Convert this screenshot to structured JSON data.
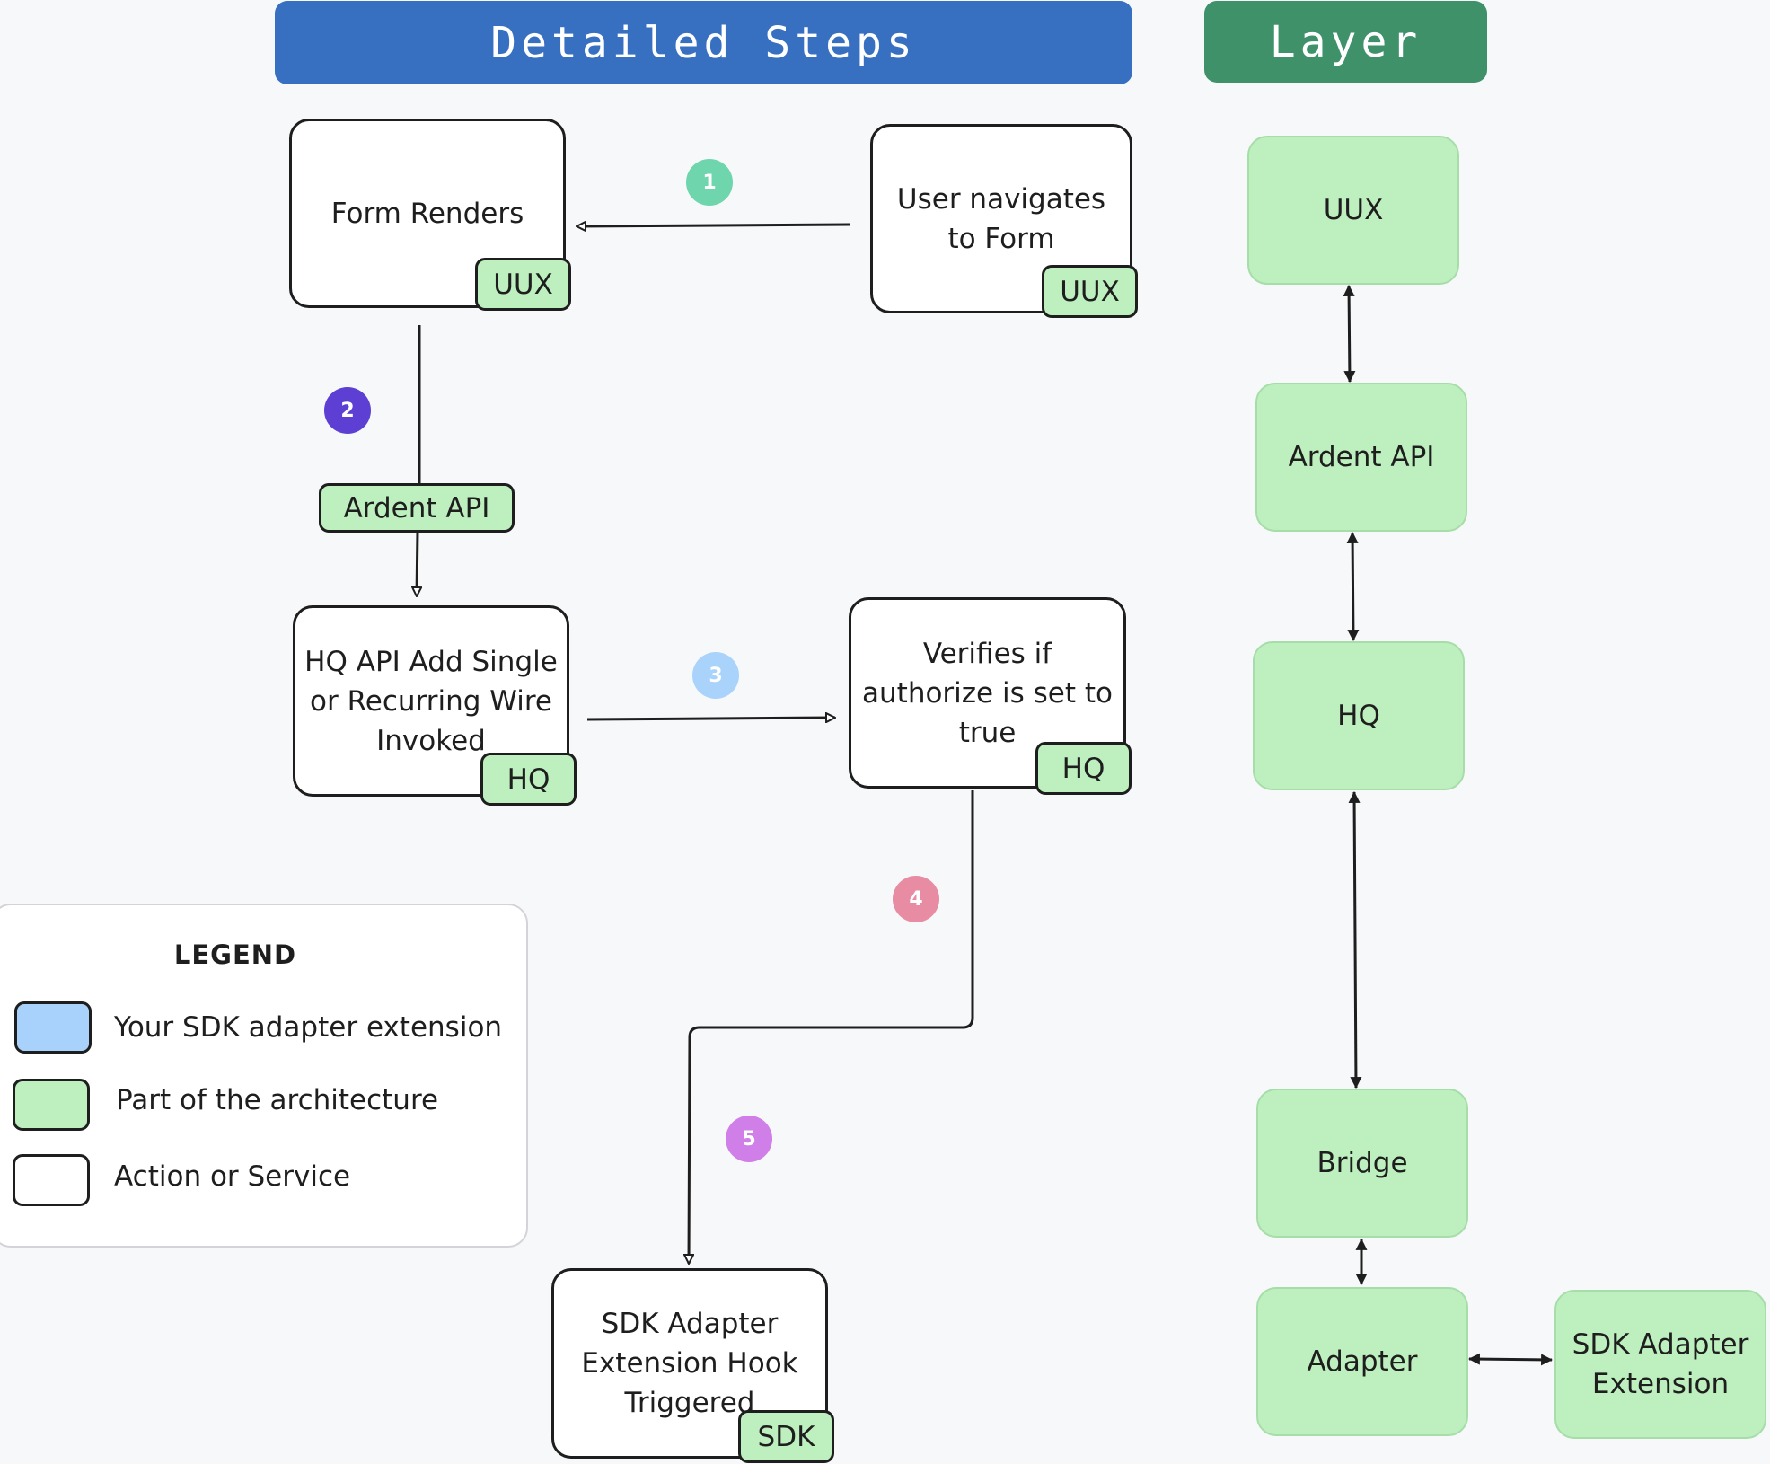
{
  "headers": {
    "steps": "Detailed Steps",
    "layer": "Layer"
  },
  "steps": {
    "form_renders": {
      "label": "Form Renders",
      "tag": "UUX"
    },
    "user_navigates": {
      "label": "User navigates to Form",
      "tag": "UUX"
    },
    "ardent_api_tag": "Ardent API",
    "hq_api_add": {
      "label": "HQ API Add Single or Recurring Wire Invoked",
      "tag": "HQ"
    },
    "verifies": {
      "label": "Verifies if authorize is set to true",
      "tag": "HQ"
    },
    "sdk_hook": {
      "label": "SDK Adapter Extension Hook Triggered",
      "tag": "SDK"
    }
  },
  "badges": [
    {
      "num": "1",
      "color": "#6fd5ad"
    },
    {
      "num": "2",
      "color": "#5d3fd3"
    },
    {
      "num": "3",
      "color": "#a9d3fb"
    },
    {
      "num": "4",
      "color": "#e78ca3"
    },
    {
      "num": "5",
      "color": "#d07ee8"
    }
  ],
  "layers": {
    "uux": "UUX",
    "ardent_api": "Ardent API",
    "hq": "HQ",
    "bridge": "Bridge",
    "adapter": "Adapter",
    "sdk_adapter_extension": "SDK Adapter Extension"
  },
  "legend": {
    "title": "LEGEND",
    "items": [
      {
        "label": "Your SDK adapter extension",
        "color": "#a8d1fb"
      },
      {
        "label": "Part of the architecture",
        "color": "#bdf0be"
      },
      {
        "label": "Action or Service",
        "color": "#ffffff"
      }
    ]
  },
  "colors": {
    "steps_header": "#3870c1",
    "layer_header": "#3e9169",
    "architecture_green": "#bdf0be",
    "stroke": "#1e1e1e"
  }
}
